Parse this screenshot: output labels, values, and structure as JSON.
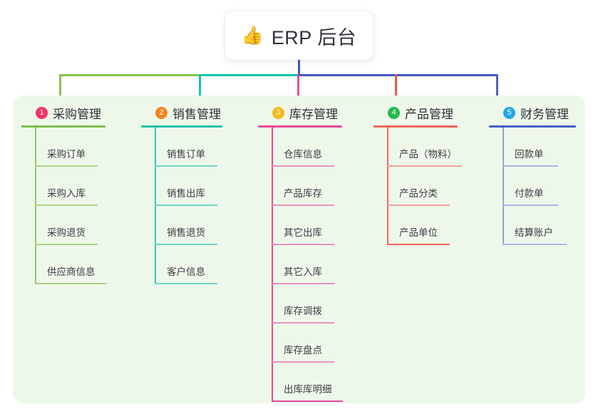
{
  "diagram": {
    "root": {
      "icon": "thumbs-up-icon",
      "icon_glyph": "👍",
      "title": "ERP 后台"
    },
    "panel_color": "#eef8ea",
    "columns": [
      {
        "number": "1",
        "title": "采购管理",
        "badge_color": "#f0336b",
        "rule_color": "#7cbf4f",
        "line_color": "#8cc85e",
        "item_rule_color": "#a9d488",
        "drop_color": "#84c44e",
        "items": [
          "采购订单",
          "采购入库",
          "采购退货",
          "供应商信息"
        ]
      },
      {
        "number": "2",
        "title": "销售管理",
        "badge_color": "#f58220",
        "rule_color": "#17c2ab",
        "line_color": "#2fc9b4",
        "item_rule_color": "#6fd6c7",
        "drop_color": "#13c4ad",
        "items": [
          "销售订单",
          "销售出库",
          "销售退货",
          "客户信息"
        ]
      },
      {
        "number": "3",
        "title": "库存管理",
        "badge_color": "#f5b91b",
        "rule_color": "#e8489b",
        "line_color": "#e8489b",
        "item_rule_color": "#eb8fc0",
        "drop_color": "#ec4b99",
        "items": [
          "仓库信息",
          "产品库存",
          "其它出库",
          "其它入库",
          "库存调拨",
          "库存盘点",
          "出库库明细"
        ]
      },
      {
        "number": "4",
        "title": "产品管理",
        "badge_color": "#25bb4c",
        "rule_color": "#f4645c",
        "line_color": "#f4645c",
        "item_rule_color": "#f6a19b",
        "drop_color": "#f4554d",
        "items": [
          "产品（物料）",
          "产品分类",
          "产品单位"
        ]
      },
      {
        "number": "5",
        "title": "财务管理",
        "badge_color": "#22a7e8",
        "rule_color": "#4260c8",
        "line_color": "#8fa3dd",
        "item_rule_color": "#a8b8e6",
        "drop_color": "#4e62c4",
        "items": [
          "回款单",
          "付款单",
          "结算账户"
        ]
      }
    ],
    "connectors": {
      "root_stem_color": "#4156c4",
      "bus_segment_1_color": "#84c44e",
      "bus_segment_2_color": "#13c4ad",
      "bus_segment_3_color": "#4156c4"
    }
  }
}
